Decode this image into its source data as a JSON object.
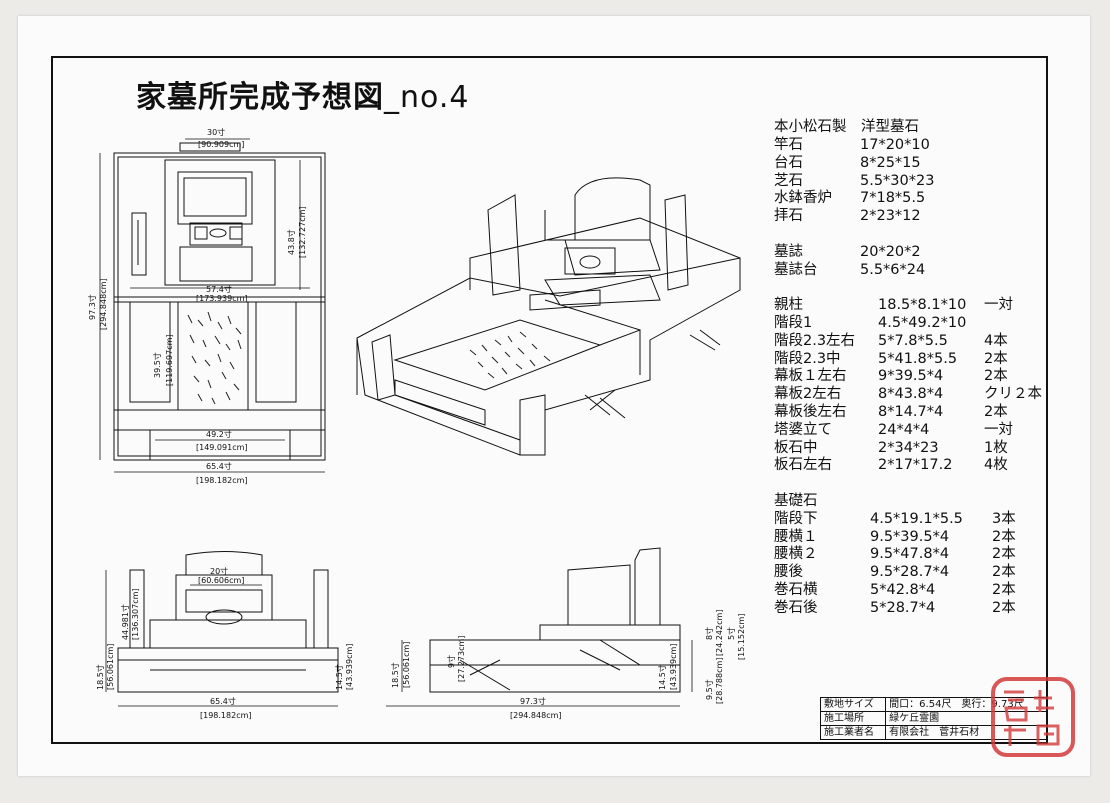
{
  "title": "家墓所完成予想図",
  "title_suffix": "_no.4",
  "spec": {
    "header": "本小松石製　洋型墓石",
    "group1": [
      {
        "name": "竿石",
        "size": "17*20*10",
        "qty": ""
      },
      {
        "name": "台石",
        "size": "8*25*15",
        "qty": ""
      },
      {
        "name": "芝石",
        "size": "5.5*30*23",
        "qty": ""
      },
      {
        "name": "水鉢香炉",
        "size": "7*18*5.5",
        "qty": ""
      },
      {
        "name": "拝石",
        "size": "2*23*12",
        "qty": ""
      }
    ],
    "group2": [
      {
        "name": "墓誌",
        "size": "20*20*2",
        "qty": ""
      },
      {
        "name": "墓誌台",
        "size": "5.5*6*24",
        "qty": ""
      }
    ],
    "group3": [
      {
        "name": "親柱",
        "size": "18.5*8.1*10",
        "qty": "一対"
      },
      {
        "name": "階段1",
        "size": "4.5*49.2*10",
        "qty": ""
      },
      {
        "name": "階段2.3左右",
        "size": "5*7.8*5.5",
        "qty": "4本"
      },
      {
        "name": "階段2.3中",
        "size": "5*41.8*5.5",
        "qty": "2本"
      },
      {
        "name": "幕板１左右",
        "size": "9*39.5*4",
        "qty": "2本"
      },
      {
        "name": "幕板2左右",
        "size": "8*43.8*4",
        "qty": "クリ２本"
      },
      {
        "name": "幕板後左右",
        "size": "8*14.7*4",
        "qty": "2本"
      },
      {
        "name": "塔婆立て",
        "size": "24*4*4",
        "qty": "一対"
      },
      {
        "name": "板石中",
        "size": "2*34*23",
        "qty": "1枚"
      },
      {
        "name": "板石左右",
        "size": "2*17*17.2",
        "qty": "4枚"
      }
    ],
    "group4_header": "基礎石",
    "group4": [
      {
        "name": "階段下",
        "size": "4.5*19.1*5.5",
        "qty": "3本"
      },
      {
        "name": "腰横１",
        "size": "9.5*39.5*4",
        "qty": "2本"
      },
      {
        "name": "腰横２",
        "size": "9.5*47.8*4",
        "qty": "2本"
      },
      {
        "name": "腰後",
        "size": "9.5*28.7*4",
        "qty": "2本"
      },
      {
        "name": "巻石横",
        "size": "5*42.8*4",
        "qty": "2本"
      },
      {
        "name": "巻石後",
        "size": "5*28.7*4",
        "qty": "2本"
      }
    ]
  },
  "dims": {
    "top_w": "30寸",
    "top_w_cm": "[90.909cm]",
    "side_h": "43.8寸",
    "side_h_cm": "[132.727cm]",
    "mid_w": "57.4寸",
    "mid_w_cm": "[173.939cm]",
    "total_h": "97.3寸",
    "total_h_cm": "[294.848cm]",
    "inner_h": "39.5寸",
    "inner_h_cm": "[119.697cm]",
    "inner_w": "49.2寸",
    "inner_w_cm": "[149.091cm]",
    "total_w": "65.4寸",
    "total_w_cm": "[198.182cm]",
    "front_stone_w": "20寸",
    "front_stone_w_cm": "[60.606cm]",
    "front_h1": "44.981寸",
    "front_h1_cm": "[136.307cm]",
    "front_h2": "18.5寸",
    "front_h2_cm": "[56.061cm]",
    "front_h3": "14.5寸",
    "front_h3_cm": "[43.939cm]",
    "front_w": "65.4寸",
    "front_w_cm": "[198.182cm]",
    "side_h2": "18.5寸",
    "side_h2_cm": "[56.061cm]",
    "side_h4": "9寸",
    "side_h4_cm": "[27.273cm]",
    "side_h5": "14.5寸",
    "side_h5_cm": "[43.939cm]",
    "side_h6": "9.5寸",
    "side_h6_cm": "[28.788cm]",
    "side_h7": "8寸",
    "side_h7_cm": "[24.242cm]",
    "side_h8": "5寸",
    "side_h8_cm": "[15.152cm]",
    "side_w": "97.3寸",
    "side_w_cm": "[294.848cm]"
  },
  "title_block": [
    {
      "label": "敷地サイズ",
      "value": "間口：6.54尺　奥行：9.73尺"
    },
    {
      "label": "施工場所",
      "value": "緑ケ丘霊園"
    },
    {
      "label": "施工業者名",
      "value": "有限会社　菅井石材"
    }
  ],
  "seal_color": "#d33a3a"
}
